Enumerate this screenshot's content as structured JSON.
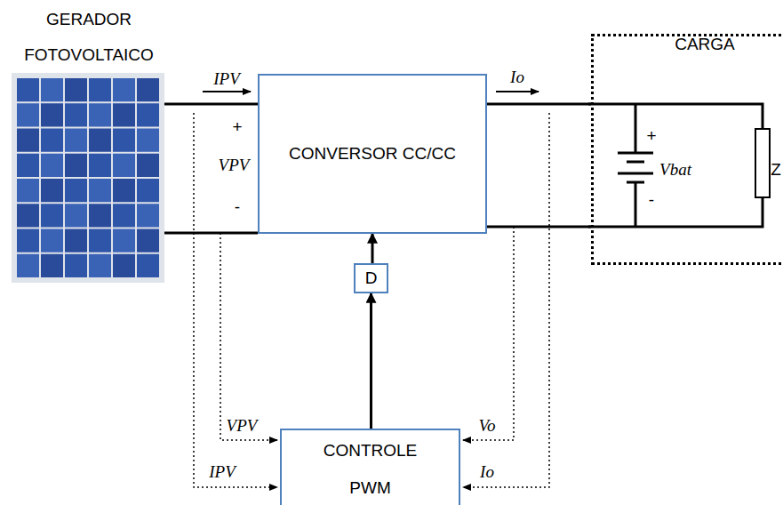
{
  "diagram": {
    "nodes": [
      {
        "text": [
          "GERADOR FOTOVOLTAICO"
        ]
      },
      {
        "text": [
          "CONVERSOR CC/CC"
        ]
      },
      {
        "text": [
          "CARGA"
        ]
      },
      {
        "text": [
          "D"
        ]
      },
      {
        "text": [
          "CONTROLE PWM"
        ]
      }
    ],
    "edges": [
      {
        "from": 0,
        "to": 1,
        "arrow": "none"
      },
      {
        "from": 0,
        "to": 1,
        "arrow": "none"
      },
      {
        "from": 1,
        "to": 2,
        "arrow": "none"
      },
      {
        "from": 1,
        "to": 2,
        "arrow": "none"
      },
      {
        "from": 4,
        "to": 3,
        "arrow": "to"
      },
      {
        "from": 3,
        "to": 1,
        "arrow": "to"
      }
    ],
    "labels": [
      "IPV",
      "+",
      "VPV",
      "-",
      "Io",
      "+",
      "Vbat",
      "-",
      "Z",
      "VPV",
      "IPV",
      "Vo",
      "Io"
    ]
  }
}
